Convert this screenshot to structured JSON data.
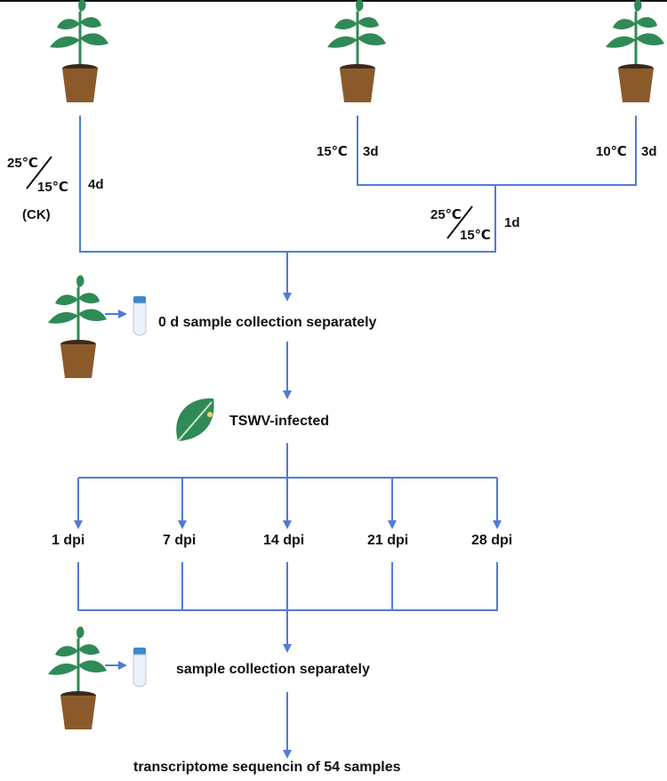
{
  "colors": {
    "line": "#4f7cd6",
    "leaf": "#2f8a57",
    "pot": "#8a5a2b",
    "soil": "#3a2a1a",
    "tube_cap": "#3f86d1"
  },
  "icons": {
    "plant": "potted-plant-icon",
    "tube": "sample-tube-icon",
    "leaf": "virus-leaf-icon"
  },
  "labels": {
    "ck_hi": "25℃",
    "ck_lo": "15℃",
    "ck_tag": "(CK)",
    "ck_days": "4d",
    "t15": "15℃",
    "t15_days": "3d",
    "t10": "10℃",
    "t10_days": "3d",
    "recover_hi": "25℃",
    "recover_lo": "15℃",
    "recover_days": "1d",
    "day0": "0 d  sample collection separately",
    "infected": "TSWV-infected",
    "final_collection": "sample collection separately",
    "final": "transcriptome sequencin of 54 samples"
  },
  "timepoints": [
    "1 dpi",
    "7 dpi",
    "14 dpi",
    "21 dpi",
    "28 dpi"
  ]
}
